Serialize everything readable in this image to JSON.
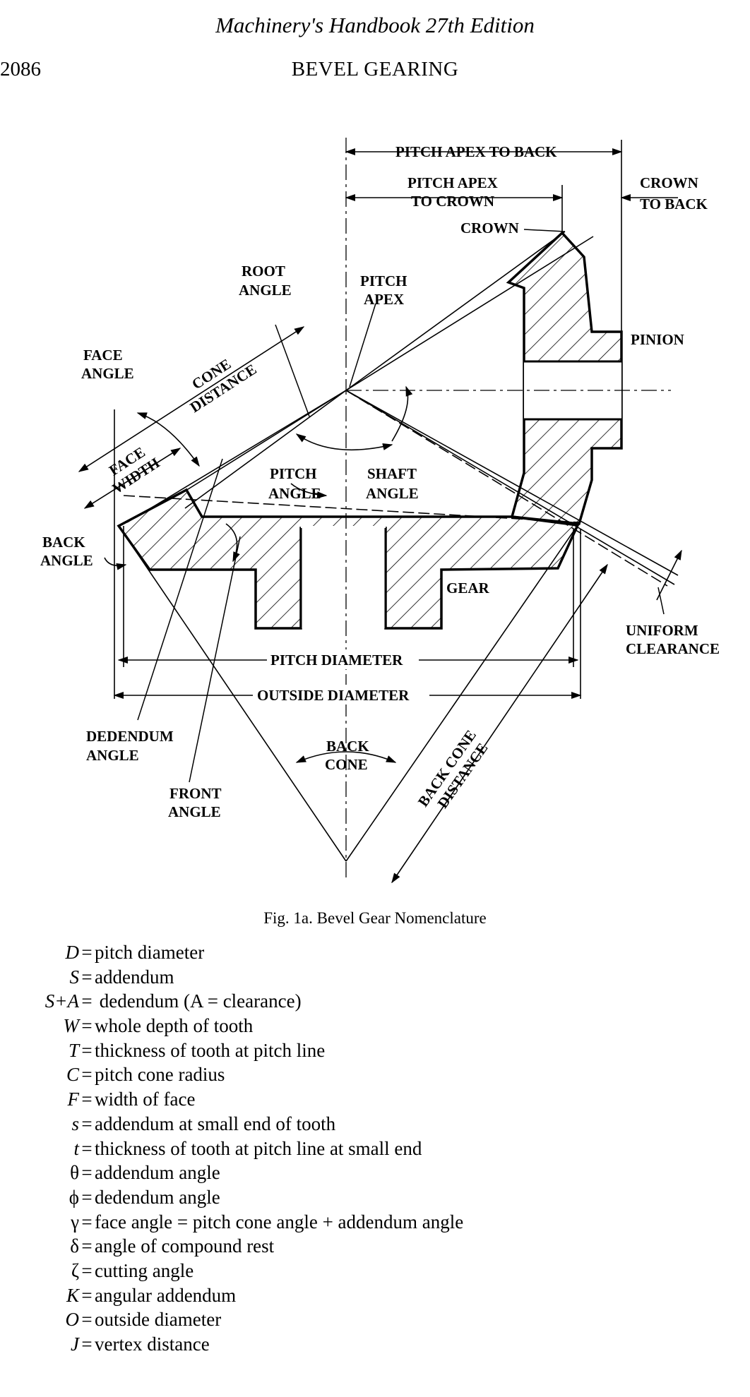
{
  "header": {
    "running_head": "Machinery's Handbook 27th Edition",
    "page_number": "2086",
    "section_title": "BEVEL GEARING"
  },
  "figure": {
    "labels": {
      "pitch_apex_to_back": "PITCH APEX TO BACK",
      "pitch_apex_to_crown_1": "PITCH APEX",
      "pitch_apex_to_crown_2": "TO CROWN",
      "crown_to_back_1": "CROWN",
      "crown_to_back_2": "TO BACK",
      "crown": "CROWN",
      "root_angle_1": "ROOT",
      "root_angle_2": "ANGLE",
      "pitch_apex_1": "PITCH",
      "pitch_apex_2": "APEX",
      "pinion": "PINION",
      "face_angle_1": "FACE",
      "face_angle_2": "ANGLE",
      "cone_distance_1": "CONE",
      "cone_distance_2": "DISTANCE",
      "face_width_1": "FACE",
      "face_width_2": "WIDTH",
      "pitch_angle_1": "PITCH",
      "pitch_angle_2": "ANGLE",
      "shaft_angle_1": "SHAFT",
      "shaft_angle_2": "ANGLE",
      "back_angle_1": "BACK",
      "back_angle_2": "ANGLE",
      "gear": "GEAR",
      "uniform_clearance_1": "UNIFORM",
      "uniform_clearance_2": "CLEARANCE",
      "pitch_diameter": "PITCH DIAMETER",
      "outside_diameter": "OUTSIDE DIAMETER",
      "dedendum_angle_1": "DEDENDUM",
      "dedendum_angle_2": "ANGLE",
      "back_cone_1": "BACK",
      "back_cone_2": "CONE",
      "front_angle_1": "FRONT",
      "front_angle_2": "ANGLE",
      "back_cone_distance_1": "BACK CONE",
      "back_cone_distance_2": "DISTANCE"
    },
    "caption": "Fig. 1a. Bevel Gear Nomenclature"
  },
  "legend": [
    {
      "symbol": "D",
      "definition": "pitch diameter"
    },
    {
      "symbol": "S",
      "definition": "addendum"
    },
    {
      "symbol": "S+A",
      "definition": " dedendum (A = clearance)"
    },
    {
      "symbol": "W",
      "definition": "whole depth of tooth"
    },
    {
      "symbol": "T",
      "definition": "thickness of tooth at pitch line"
    },
    {
      "symbol": "C",
      "definition": "pitch cone radius"
    },
    {
      "symbol": "F",
      "definition": "width of face"
    },
    {
      "symbol": "s",
      "definition": "addendum at small end of tooth"
    },
    {
      "symbol": "t",
      "definition": "thickness of tooth at pitch line at small end"
    },
    {
      "symbol": "θ",
      "definition": "addendum angle"
    },
    {
      "symbol": "ϕ",
      "definition": "dedendum angle"
    },
    {
      "symbol": "γ",
      "definition": "face angle = pitch cone angle + addendum angle"
    },
    {
      "symbol": "δ",
      "definition": "angle of compound rest"
    },
    {
      "symbol": "ζ",
      "definition": "cutting angle"
    },
    {
      "symbol": "K",
      "definition": "angular addendum"
    },
    {
      "symbol": "O",
      "definition": "outside diameter"
    },
    {
      "symbol": "J",
      "definition": "vertex distance"
    }
  ]
}
